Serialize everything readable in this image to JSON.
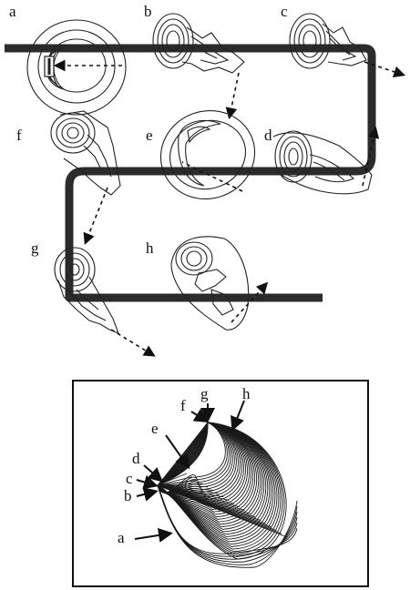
{
  "panel_labels": {
    "a": "a",
    "b": "b",
    "c": "c",
    "d": "d",
    "e": "e",
    "f": "f",
    "g": "g",
    "h": "h"
  },
  "inset_labels": {
    "a": "a",
    "b": "b",
    "c": "c",
    "d": "d",
    "e": "e",
    "f": "f",
    "g": "g",
    "h": "h"
  },
  "colors": {
    "ink": "#111111",
    "track": "#2b2b2b",
    "background": "#ffffff"
  }
}
